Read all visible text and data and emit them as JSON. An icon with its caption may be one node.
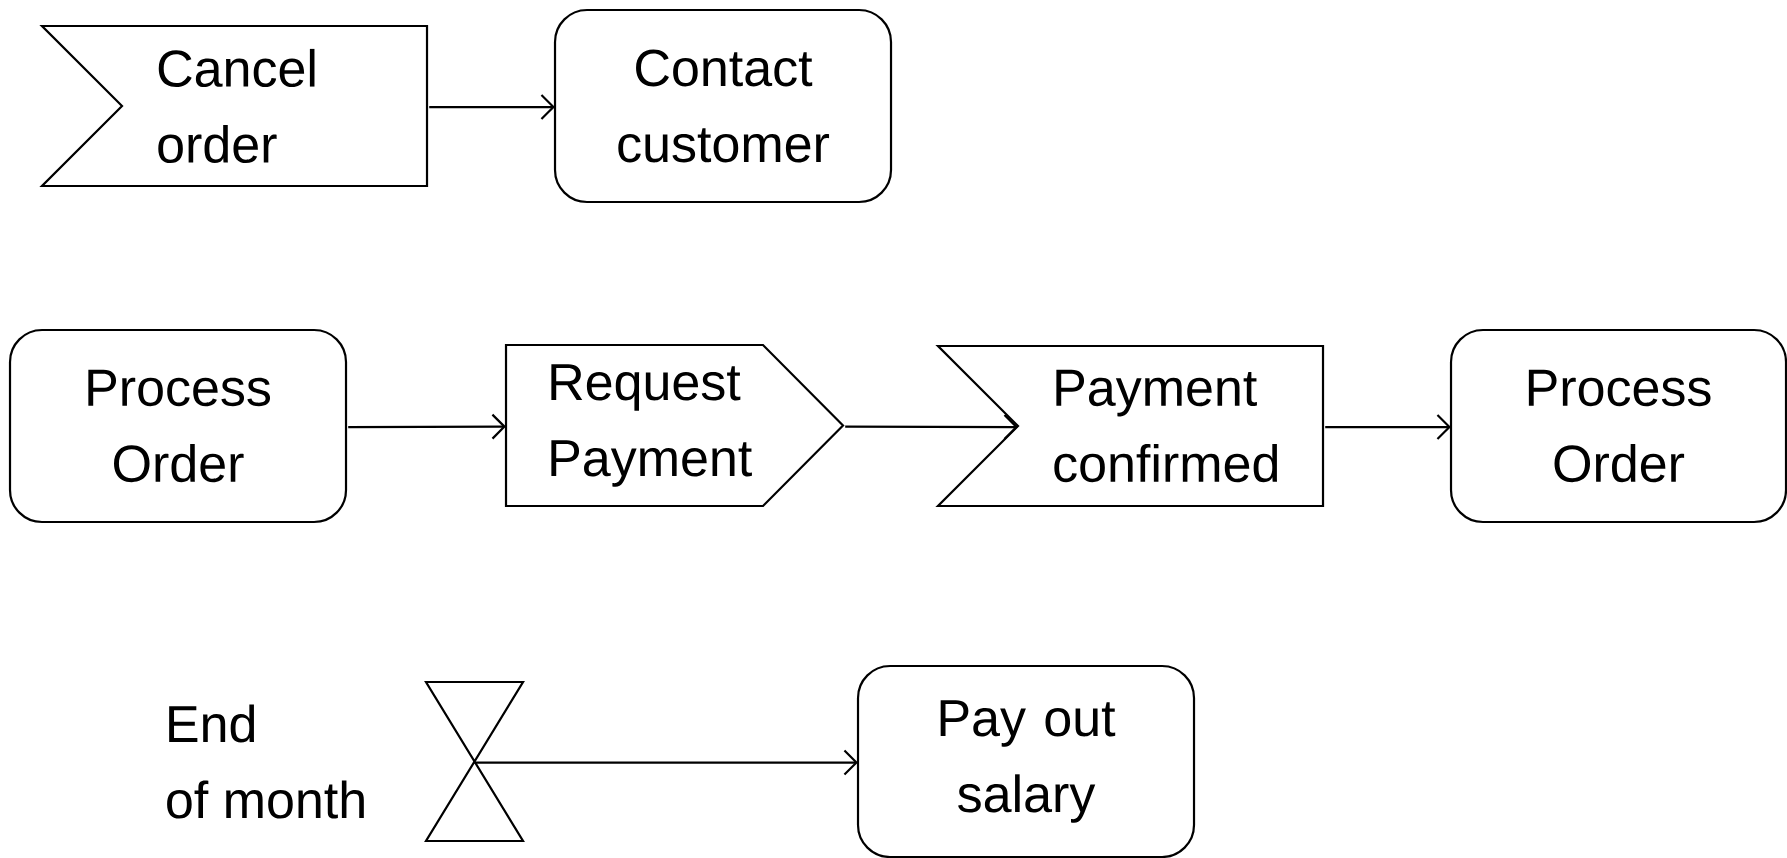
{
  "diagram": {
    "nodes": [
      {
        "text": [
          "Cancel order"
        ]
      },
      {
        "text": [
          "Contact customer"
        ]
      },
      {
        "text": [
          "Process Order"
        ]
      },
      {
        "text": [
          "Request Payment"
        ]
      },
      {
        "text": [
          "Payment confirmed"
        ]
      },
      {
        "text": [
          "Process Order"
        ]
      },
      {
        "text": [],
        "shape": "hourglass",
        "beside": [
          "End of month"
        ]
      },
      {
        "text": [
          "Pay out salary"
        ]
      }
    ],
    "edges": [
      {
        "from": 0,
        "to": 1,
        "arrow": "to"
      },
      {
        "from": 2,
        "to": 3,
        "arrow": "to"
      },
      {
        "from": 3,
        "to": 4,
        "arrow": "to"
      },
      {
        "from": 4,
        "to": 5,
        "arrow": "to"
      },
      {
        "from": 6,
        "to": 7,
        "arrow": "to"
      }
    ]
  }
}
